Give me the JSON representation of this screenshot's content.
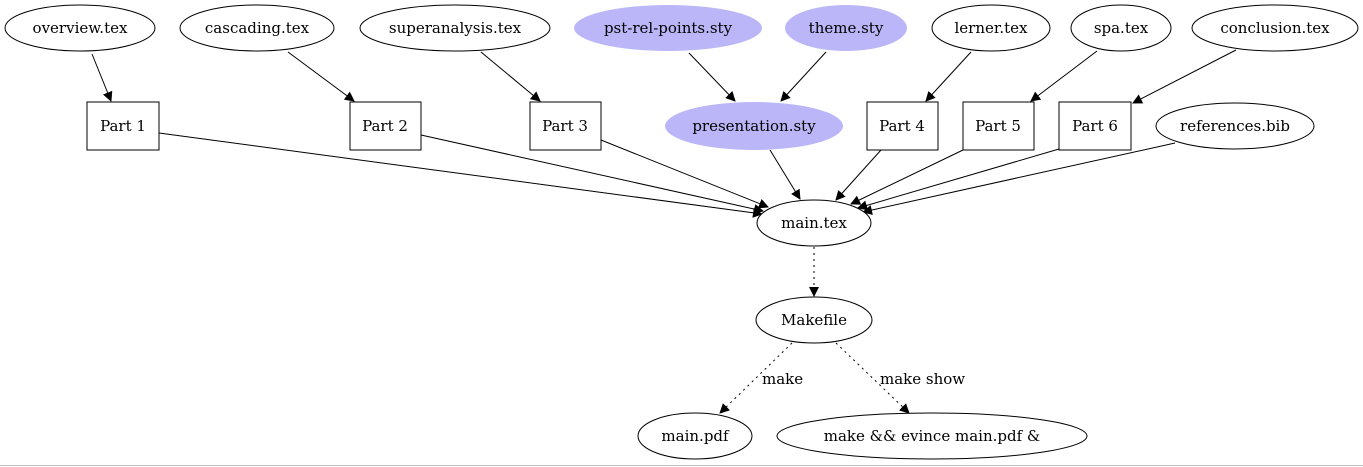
{
  "colors": {
    "highlight_fill": "#bbb6f8",
    "plain_fill": "#ffffff",
    "stroke": "#000000"
  },
  "nodes": {
    "overview": "overview.tex",
    "cascading": "cascading.tex",
    "superanalysis": "superanalysis.tex",
    "pst_rel_points": "pst-rel-points.sty",
    "theme": "theme.sty",
    "lerner": "lerner.tex",
    "spa": "spa.tex",
    "conclusion": "conclusion.tex",
    "part1": "Part 1",
    "part2": "Part 2",
    "part3": "Part 3",
    "presentation": "presentation.sty",
    "part4": "Part 4",
    "part5": "Part 5",
    "part6": "Part 6",
    "references": "references.bib",
    "main_tex": "main.tex",
    "makefile": "Makefile",
    "main_pdf": "main.pdf",
    "make_show_cmd": "make && evince main.pdf &"
  },
  "edge_labels": {
    "make": "make",
    "make_show": "make show"
  }
}
